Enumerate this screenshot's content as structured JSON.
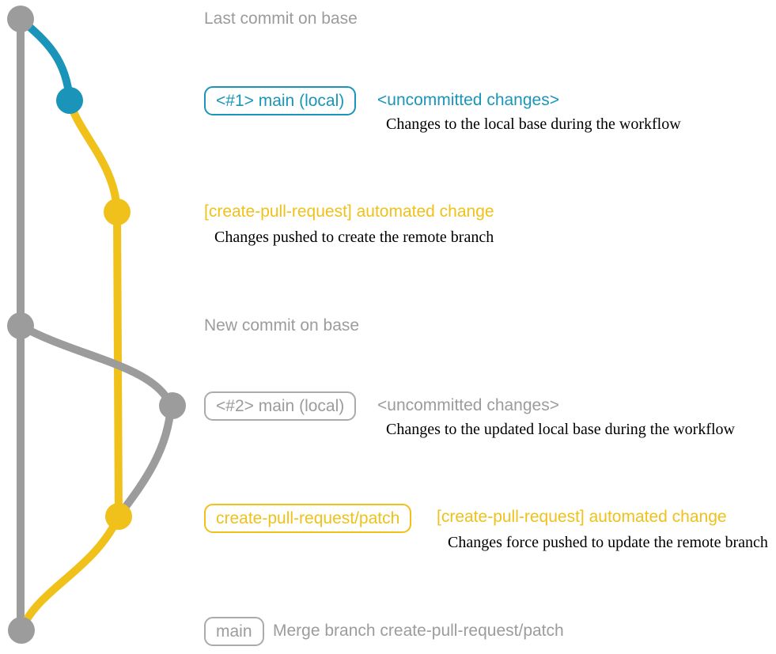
{
  "colors": {
    "blue": "#1a95b9",
    "yellow": "#efc11a",
    "gray": "#9c9c9c",
    "gray-border": "#ababab",
    "caption": "#000000"
  },
  "graph": {
    "type": "git-graph",
    "nodes": [
      {
        "id": "base-last-commit",
        "color": "gray"
      },
      {
        "id": "local-main-1",
        "color": "blue"
      },
      {
        "id": "remote-branch-1",
        "color": "yellow"
      },
      {
        "id": "base-new-commit",
        "color": "gray"
      },
      {
        "id": "local-main-2",
        "color": "gray"
      },
      {
        "id": "remote-branch-2",
        "color": "yellow"
      },
      {
        "id": "merge-commit",
        "color": "gray"
      }
    ]
  },
  "annotations": {
    "last_commit": {
      "label": "Last commit on base"
    },
    "group1": {
      "badge": "<#1> main (local)",
      "title": "<uncommitted changes>",
      "caption": "Changes to the local base during the workflow"
    },
    "group2": {
      "title": "[create-pull-request] automated change",
      "caption": "Changes pushed to create the remote branch"
    },
    "new_commit": {
      "label": "New commit on base"
    },
    "group3": {
      "badge": "<#2> main (local)",
      "title": "<uncommitted changes>",
      "caption": "Changes to the updated local base during the workflow"
    },
    "group4": {
      "badge": "create-pull-request/patch",
      "title": "[create-pull-request] automated change",
      "caption": "Changes force pushed to update the remote branch"
    },
    "merge": {
      "badge": "main",
      "label": "Merge branch create-pull-request/patch"
    }
  }
}
